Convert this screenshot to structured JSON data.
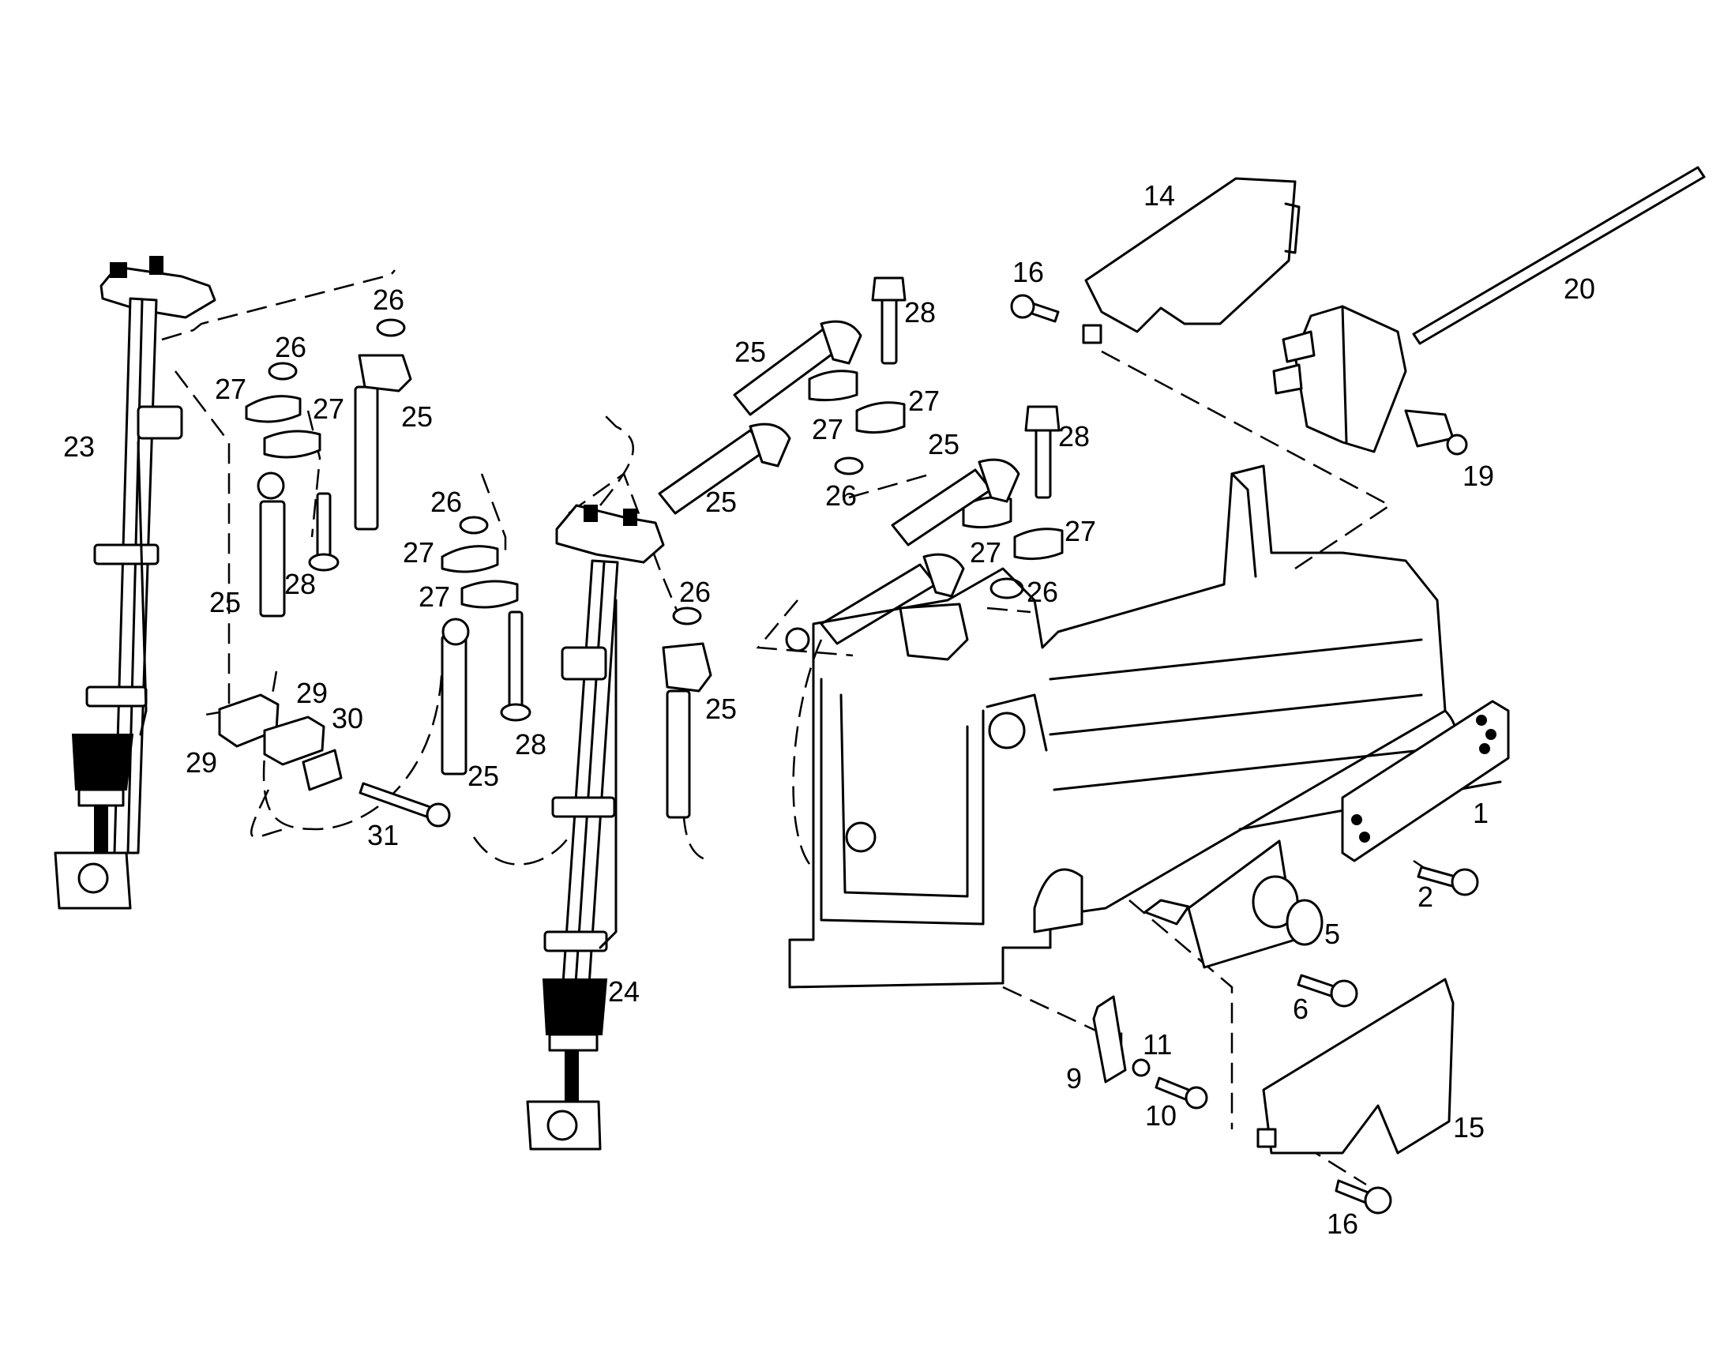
{
  "colors": {
    "ink": "#000000",
    "paper": "#ffffff"
  },
  "callouts": [
    {
      "id": "c23",
      "text": "23"
    },
    {
      "id": "c24",
      "text": "24"
    },
    {
      "id": "c25a",
      "text": "25"
    },
    {
      "id": "c25b",
      "text": "25"
    },
    {
      "id": "c25c",
      "text": "25"
    },
    {
      "id": "c25d",
      "text": "25"
    },
    {
      "id": "c25e",
      "text": "25"
    },
    {
      "id": "c25f",
      "text": "25"
    },
    {
      "id": "c25g",
      "text": "25"
    },
    {
      "id": "c26a",
      "text": "26"
    },
    {
      "id": "c26b",
      "text": "26"
    },
    {
      "id": "c26c",
      "text": "26"
    },
    {
      "id": "c26d",
      "text": "26"
    },
    {
      "id": "c26e",
      "text": "26"
    },
    {
      "id": "c26f",
      "text": "26"
    },
    {
      "id": "c27a",
      "text": "27"
    },
    {
      "id": "c27b",
      "text": "27"
    },
    {
      "id": "c27c",
      "text": "27"
    },
    {
      "id": "c27d",
      "text": "27"
    },
    {
      "id": "c27e",
      "text": "27"
    },
    {
      "id": "c27f",
      "text": "27"
    },
    {
      "id": "c27g",
      "text": "27"
    },
    {
      "id": "c27h",
      "text": "27"
    },
    {
      "id": "c28a",
      "text": "28"
    },
    {
      "id": "c28b",
      "text": "28"
    },
    {
      "id": "c28c",
      "text": "28"
    },
    {
      "id": "c28d",
      "text": "28"
    },
    {
      "id": "c29a",
      "text": "29"
    },
    {
      "id": "c29b",
      "text": "29"
    },
    {
      "id": "c30",
      "text": "30"
    },
    {
      "id": "c31",
      "text": "31"
    },
    {
      "id": "c14",
      "text": "14"
    },
    {
      "id": "c16a",
      "text": "16"
    },
    {
      "id": "c16b",
      "text": "16"
    },
    {
      "id": "c20",
      "text": "20"
    },
    {
      "id": "c19",
      "text": "19"
    },
    {
      "id": "c1",
      "text": "1"
    },
    {
      "id": "c2",
      "text": "2"
    },
    {
      "id": "c5",
      "text": "5"
    },
    {
      "id": "c6",
      "text": "6"
    },
    {
      "id": "c9",
      "text": "9"
    },
    {
      "id": "c10",
      "text": "10"
    },
    {
      "id": "c11",
      "text": "11"
    },
    {
      "id": "c15",
      "text": "15"
    }
  ]
}
